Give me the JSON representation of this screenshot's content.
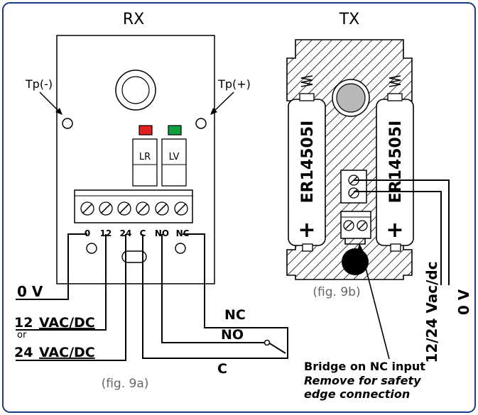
{
  "rx": {
    "title": "RX",
    "tp_minus": "Tp(-)",
    "tp_plus": "Tp(+)",
    "led_red_label": "LR",
    "led_green_label": "LV",
    "terminals": [
      "0",
      "12",
      "24",
      "C",
      "NO",
      "NC"
    ],
    "caption": "(fig. 9a)",
    "wire_0v": "0 V",
    "wire_12": "12",
    "wire_12_unit": "VAC/DC",
    "wire_or": "or",
    "wire_24": "24",
    "wire_24_unit": "VAC/DC",
    "out_nc": "NC",
    "out_no": "NO",
    "out_c": "C"
  },
  "tx": {
    "title": "TX",
    "battery_label": "ER14505I",
    "battery_plus": "+",
    "caption": "(fig. 9b)",
    "supply_label": "12/24 Vac/dc",
    "zero_v_label": "0 V",
    "note_line1": "Bridge on NC input",
    "note_line2": "Remove for safety",
    "note_line3": "edge connection"
  },
  "colors": {
    "frame": "#1a3a8a",
    "led_red": "#e02020",
    "led_green": "#10a040",
    "hatch": "#000000"
  }
}
